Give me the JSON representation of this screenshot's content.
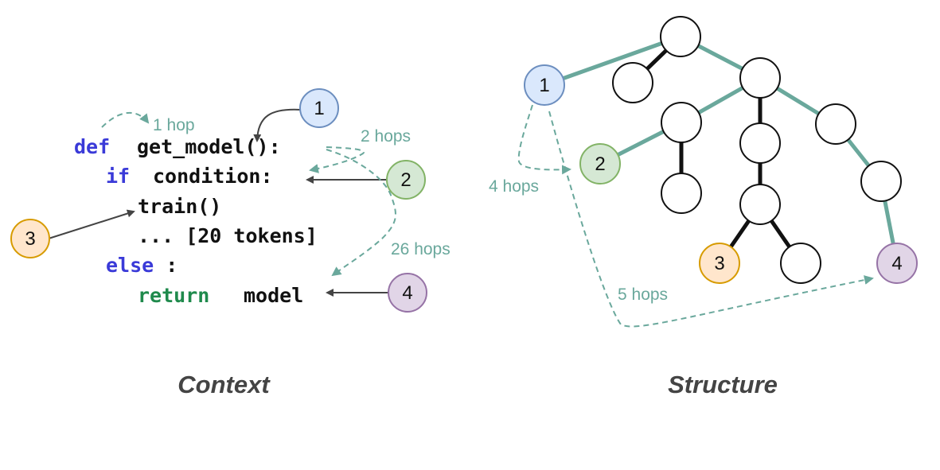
{
  "colors": {
    "teal": "#6aa89c",
    "node1_fill": "#dae8fc",
    "node1_stroke": "#6c8ebf",
    "node2_fill": "#d5e8d4",
    "node2_stroke": "#82b366",
    "node3_fill": "#ffe6cc",
    "node3_stroke": "#d79b00",
    "node4_fill": "#e1d5e7",
    "node4_stroke": "#9673a6",
    "keyword_blue": "#3a3ad8",
    "keyword_green": "#1f8a4c",
    "caption": "#444444"
  },
  "context": {
    "caption": "Context",
    "code": {
      "line1_kw": "def",
      "line1_rest": "get_model():",
      "line2_kw": "if",
      "line2_rest": "condition:",
      "line3": "train()",
      "line4": "... [20 tokens]",
      "line5_kw": "else",
      "line5_rest": ":",
      "line6_kw": "return",
      "line6_rest": "model"
    },
    "markers": [
      "1",
      "2",
      "3",
      "4"
    ],
    "hops": {
      "h1": "1 hop",
      "h2": "2 hops",
      "h26": "26 hops"
    }
  },
  "structure": {
    "caption": "Structure",
    "markers": [
      "1",
      "2",
      "3",
      "4"
    ],
    "hops": {
      "h4": "4 hops",
      "h5": "5 hops"
    }
  }
}
